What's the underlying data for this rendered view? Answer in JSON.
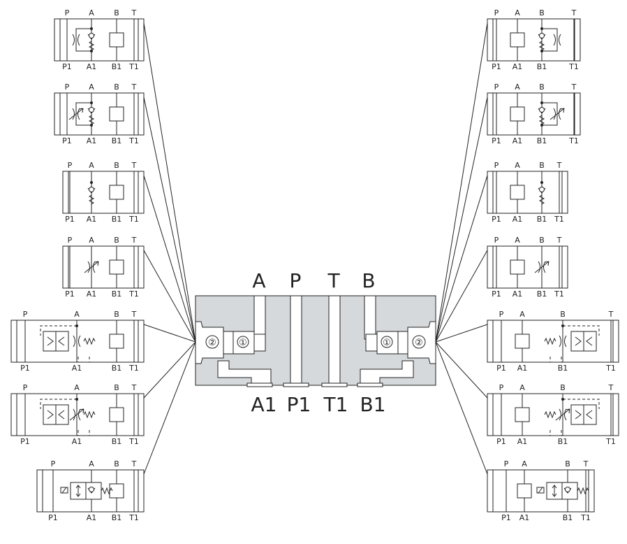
{
  "block": {
    "top_ports": [
      "A",
      "P",
      "T",
      "B"
    ],
    "bottom_ports": [
      "A1",
      "P1",
      "T1",
      "B1"
    ],
    "cartridge_left": {
      "pos1": "①",
      "pos2": "②"
    },
    "cartridge_right": {
      "pos1": "①",
      "pos2": "②"
    }
  },
  "left_modules": [
    {
      "type": "flow-check",
      "top": [
        "P",
        "A",
        "B",
        "T"
      ],
      "bottom": [
        "P1",
        "A1",
        "B1",
        "T1"
      ]
    },
    {
      "type": "adj-flow-check",
      "top": [
        "P",
        "A",
        "B",
        "T"
      ],
      "bottom": [
        "P1",
        "A1",
        "B1",
        "T1"
      ]
    },
    {
      "type": "check",
      "top": [
        "P",
        "A",
        "B",
        "T"
      ],
      "bottom": [
        "P1",
        "A1",
        "B1",
        "T1"
      ]
    },
    {
      "type": "adj-flow",
      "top": [
        "P",
        "A",
        "B",
        "T"
      ],
      "bottom": [
        "P1",
        "A1",
        "B1",
        "T1"
      ]
    },
    {
      "type": "pressure-comp",
      "top": [
        "P",
        "A",
        "B",
        "T"
      ],
      "bottom": [
        "P1",
        "A1",
        "B1",
        "T1"
      ]
    },
    {
      "type": "adj-pressure-comp",
      "top": [
        "P",
        "A",
        "B",
        "T"
      ],
      "bottom": [
        "P1",
        "A1",
        "B1",
        "T1"
      ]
    },
    {
      "type": "pilot-check",
      "top": [
        "P",
        "A",
        "B",
        "T"
      ],
      "bottom": [
        "P1",
        "A1",
        "B1",
        "T1"
      ]
    }
  ],
  "right_modules": [
    {
      "type": "flow-check",
      "top": [
        "P",
        "A",
        "B",
        "T"
      ],
      "bottom": [
        "P1",
        "A1",
        "B1",
        "T1"
      ]
    },
    {
      "type": "adj-flow-check",
      "top": [
        "P",
        "A",
        "B",
        "T"
      ],
      "bottom": [
        "P1",
        "A1",
        "B1",
        "T1"
      ]
    },
    {
      "type": "check",
      "top": [
        "P",
        "A",
        "B",
        "T"
      ],
      "bottom": [
        "P1",
        "A1",
        "B1",
        "T1"
      ]
    },
    {
      "type": "adj-flow",
      "top": [
        "P",
        "A",
        "B",
        "T"
      ],
      "bottom": [
        "P1",
        "A1",
        "B1",
        "T1"
      ]
    },
    {
      "type": "pressure-comp",
      "top": [
        "P",
        "A",
        "B",
        "T"
      ],
      "bottom": [
        "P1",
        "A1",
        "B1",
        "T1"
      ]
    },
    {
      "type": "adj-pressure-comp",
      "top": [
        "P",
        "A",
        "B",
        "T"
      ],
      "bottom": [
        "P1",
        "A1",
        "B1",
        "T1"
      ]
    },
    {
      "type": "pilot-check",
      "top": [
        "P",
        "A",
        "B",
        "T"
      ],
      "bottom": [
        "P1",
        "A1",
        "B1",
        "T1"
      ]
    }
  ],
  "colors": {
    "block": "#d6d9dc",
    "line": "#222222",
    "channel": "#ffffff"
  }
}
